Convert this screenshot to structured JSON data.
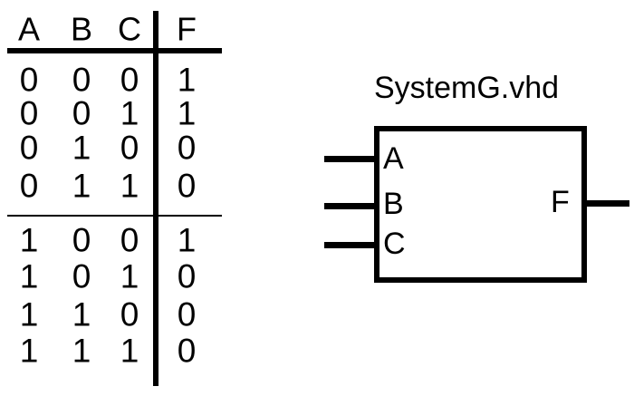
{
  "diagram": {
    "kind": "logic-truth-table-and-block-symbol",
    "background_color": "#ffffff",
    "ink_color": "#000000"
  },
  "truth_table": {
    "columns": [
      "A",
      "B",
      "C",
      "F"
    ],
    "input_columns": [
      "A",
      "B",
      "C"
    ],
    "output_columns": [
      "F"
    ],
    "rows": [
      {
        "A": "0",
        "B": "0",
        "C": "0",
        "F": "1"
      },
      {
        "A": "0",
        "B": "0",
        "C": "1",
        "F": "1"
      },
      {
        "A": "0",
        "B": "1",
        "C": "0",
        "F": "0"
      },
      {
        "A": "0",
        "B": "1",
        "C": "1",
        "F": "0"
      },
      {
        "A": "1",
        "B": "0",
        "C": "0",
        "F": "1"
      },
      {
        "A": "1",
        "B": "0",
        "C": "1",
        "F": "0"
      },
      {
        "A": "1",
        "B": "1",
        "C": "0",
        "F": "0"
      },
      {
        "A": "1",
        "B": "1",
        "C": "1",
        "F": "0"
      }
    ]
  },
  "block": {
    "title": "SystemG.vhd",
    "inputs": [
      "A",
      "B",
      "C"
    ],
    "outputs": [
      "F"
    ]
  }
}
